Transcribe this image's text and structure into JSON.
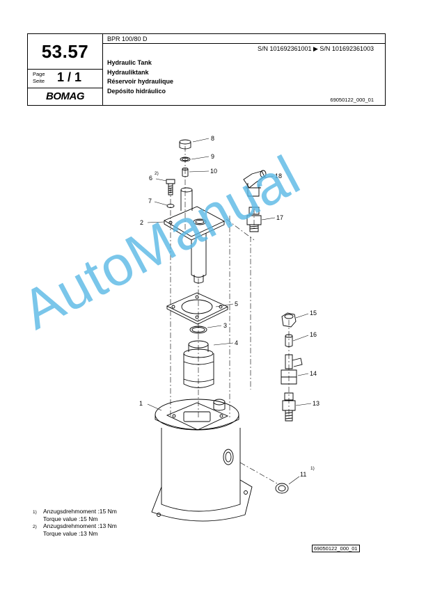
{
  "header": {
    "page_number": "53.57",
    "page_label_en": "Page",
    "page_label_de": "Seite",
    "page_value": "1 / 1",
    "logo": "BOMAG",
    "model": "BPR 100/80 D",
    "serial_range": "S/N 101692361001  ▶  S/N 101692361003",
    "titles": [
      "Hydraulic Tank",
      "Hydrauliktank",
      "Réservoir hydraulique",
      "Depósito hidráulico"
    ],
    "doc_ref": "69050122_000_01"
  },
  "callouts": [
    "1",
    "2",
    "3",
    "4",
    "5",
    "6",
    "7",
    "8",
    "9",
    "10",
    "11",
    "13",
    "14",
    "15",
    "16",
    "17",
    "18"
  ],
  "callout_superscripts": {
    "6": "2)",
    "11": "1)"
  },
  "notes": [
    {
      "mark": "1)",
      "line1": "Anzugsdrehmoment :15 Nm",
      "line2": "Torque value :15 Nm"
    },
    {
      "mark": "2)",
      "line1": "Anzugsdrehmoment :13 Nm",
      "line2": "Torque value :13 Nm"
    }
  ],
  "footer_ref": "69050122_000_01",
  "watermark": "AutoManual"
}
